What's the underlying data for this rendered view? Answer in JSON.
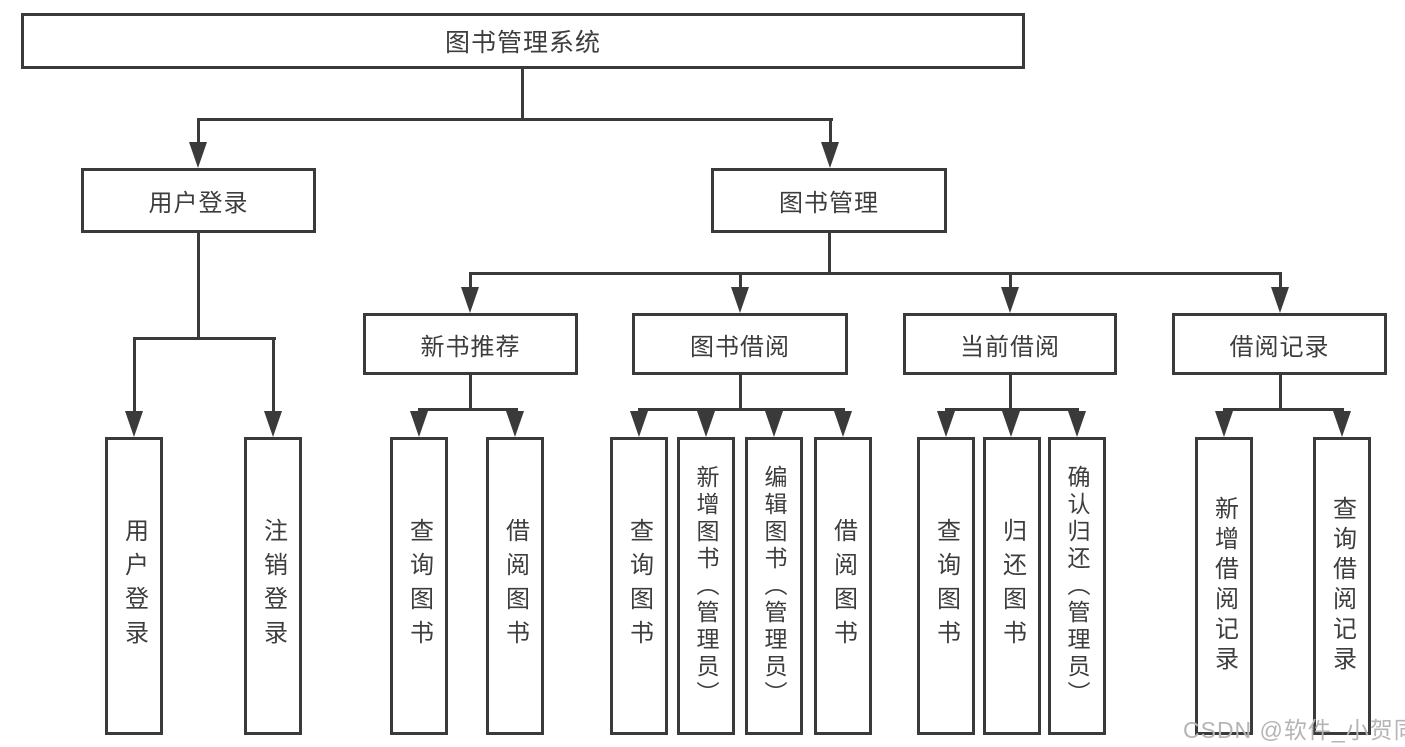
{
  "diagram": {
    "root": {
      "label": "图书管理系统"
    },
    "level2": {
      "user_login": {
        "label": "用户登录"
      },
      "book_management": {
        "label": "图书管理"
      }
    },
    "level3": {
      "new_book_recommend": {
        "label": "新书推荐"
      },
      "book_borrow": {
        "label": "图书借阅"
      },
      "current_borrow": {
        "label": "当前借阅"
      },
      "borrow_records": {
        "label": "借阅记录"
      }
    },
    "leaves": {
      "user_login": [
        "用户登录",
        "注销登录"
      ],
      "new_book_recommend": [
        "查询图书",
        "借阅图书"
      ],
      "book_borrow": [
        "查询图书",
        "新增图书（管理员）",
        "编辑图书（管理员）",
        "借阅图书"
      ],
      "current_borrow": [
        "查询图书",
        "归还图书",
        "确认归还（管理员）"
      ],
      "borrow_records": [
        "新增借阅记录",
        "查询借阅记录"
      ]
    }
  },
  "watermark": {
    "text": "CSDN @软件_小贺同学"
  },
  "colors": {
    "line": "#3a3a3a",
    "text": "#3d3d3d",
    "watermark": "#b5b5b5",
    "background": "#ffffff"
  }
}
